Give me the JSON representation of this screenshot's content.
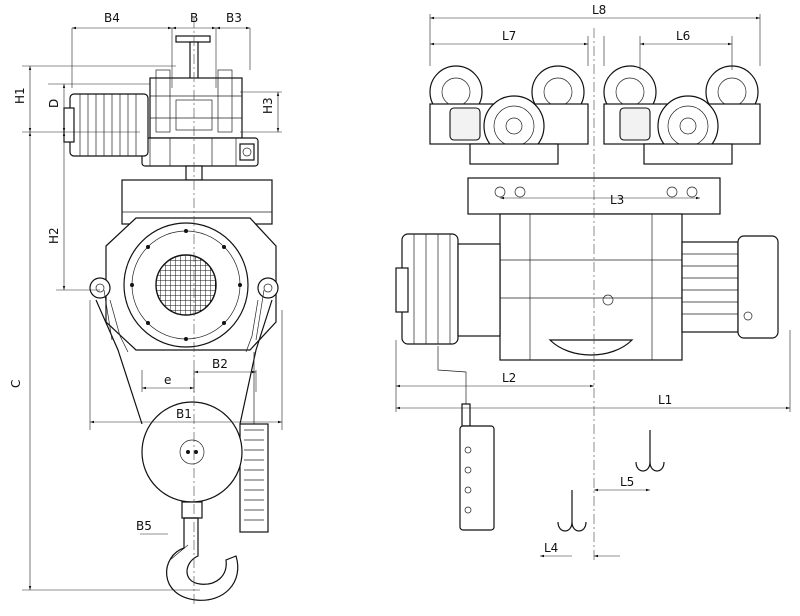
{
  "labels": {
    "B4": "B4",
    "B": "B",
    "B3": "B3",
    "H1": "H1",
    "D": "D",
    "H3": "H3",
    "H2": "H2",
    "C": "C",
    "e": "e",
    "B2": "B2",
    "B1": "B1",
    "B5": "B5",
    "L8": "L8",
    "L7": "L7",
    "L6": "L6",
    "L3": "L3",
    "L2": "L2",
    "L1": "L1",
    "L5": "L5",
    "L4": "L4"
  }
}
